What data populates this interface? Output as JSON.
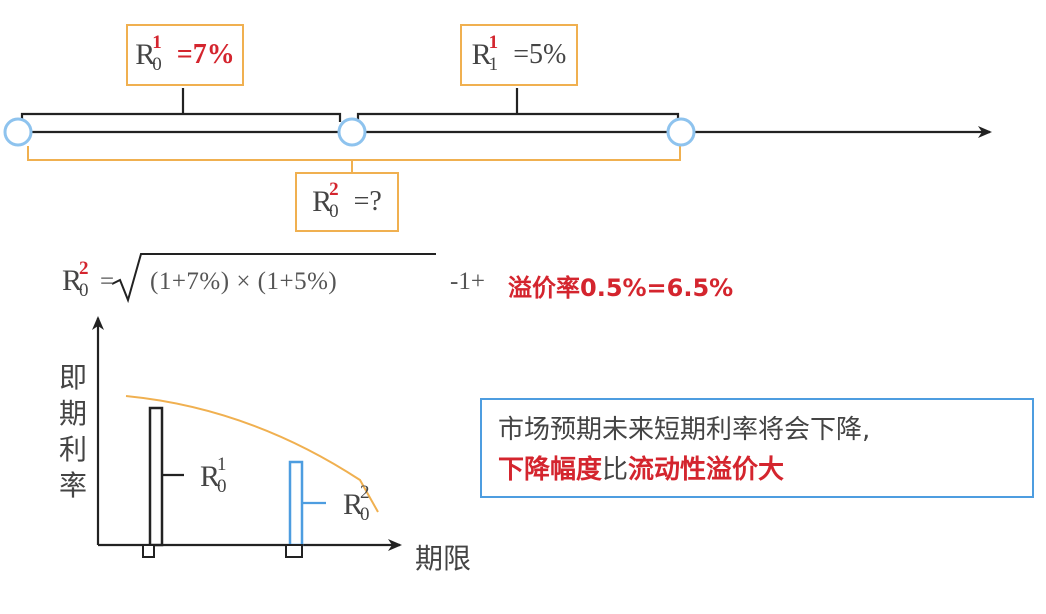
{
  "timeline": {
    "box_r01": {
      "symbol": "R",
      "superscript": "1",
      "subscript": "0",
      "value_text": "=7%"
    },
    "box_r11": {
      "symbol": "R",
      "superscript": "1",
      "subscript": "1",
      "value_text": "=5%"
    },
    "box_r02": {
      "symbol": "R",
      "superscript": "2",
      "subscript": "0",
      "value_text": "=?"
    }
  },
  "formula": {
    "symbol": "R",
    "superscript": "2",
    "subscript": "0",
    "equals": "=",
    "radicand": "(1+7%) × (1+5%)",
    "tail": "-1+",
    "red_part": "溢价率0.5%=6.5%"
  },
  "graph": {
    "y_axis_label": "即期利率",
    "y_axis_chars": [
      "即",
      "期",
      "利",
      "率"
    ],
    "x_axis_label": "期限",
    "bar1_label": {
      "symbol": "R",
      "superscript": "1",
      "subscript": "0"
    },
    "bar2_label": {
      "symbol": "R",
      "superscript": "2",
      "subscript": "0"
    }
  },
  "note": {
    "line1": "市场预期未来短期利率将会下降,",
    "line2_part1": "下降幅度",
    "line2_part2": "比",
    "line2_part3": "流动性溢价大"
  },
  "colors": {
    "orange": "#f0b050",
    "blue": "#4d9de0",
    "red": "#d4252e",
    "black": "#222222"
  }
}
